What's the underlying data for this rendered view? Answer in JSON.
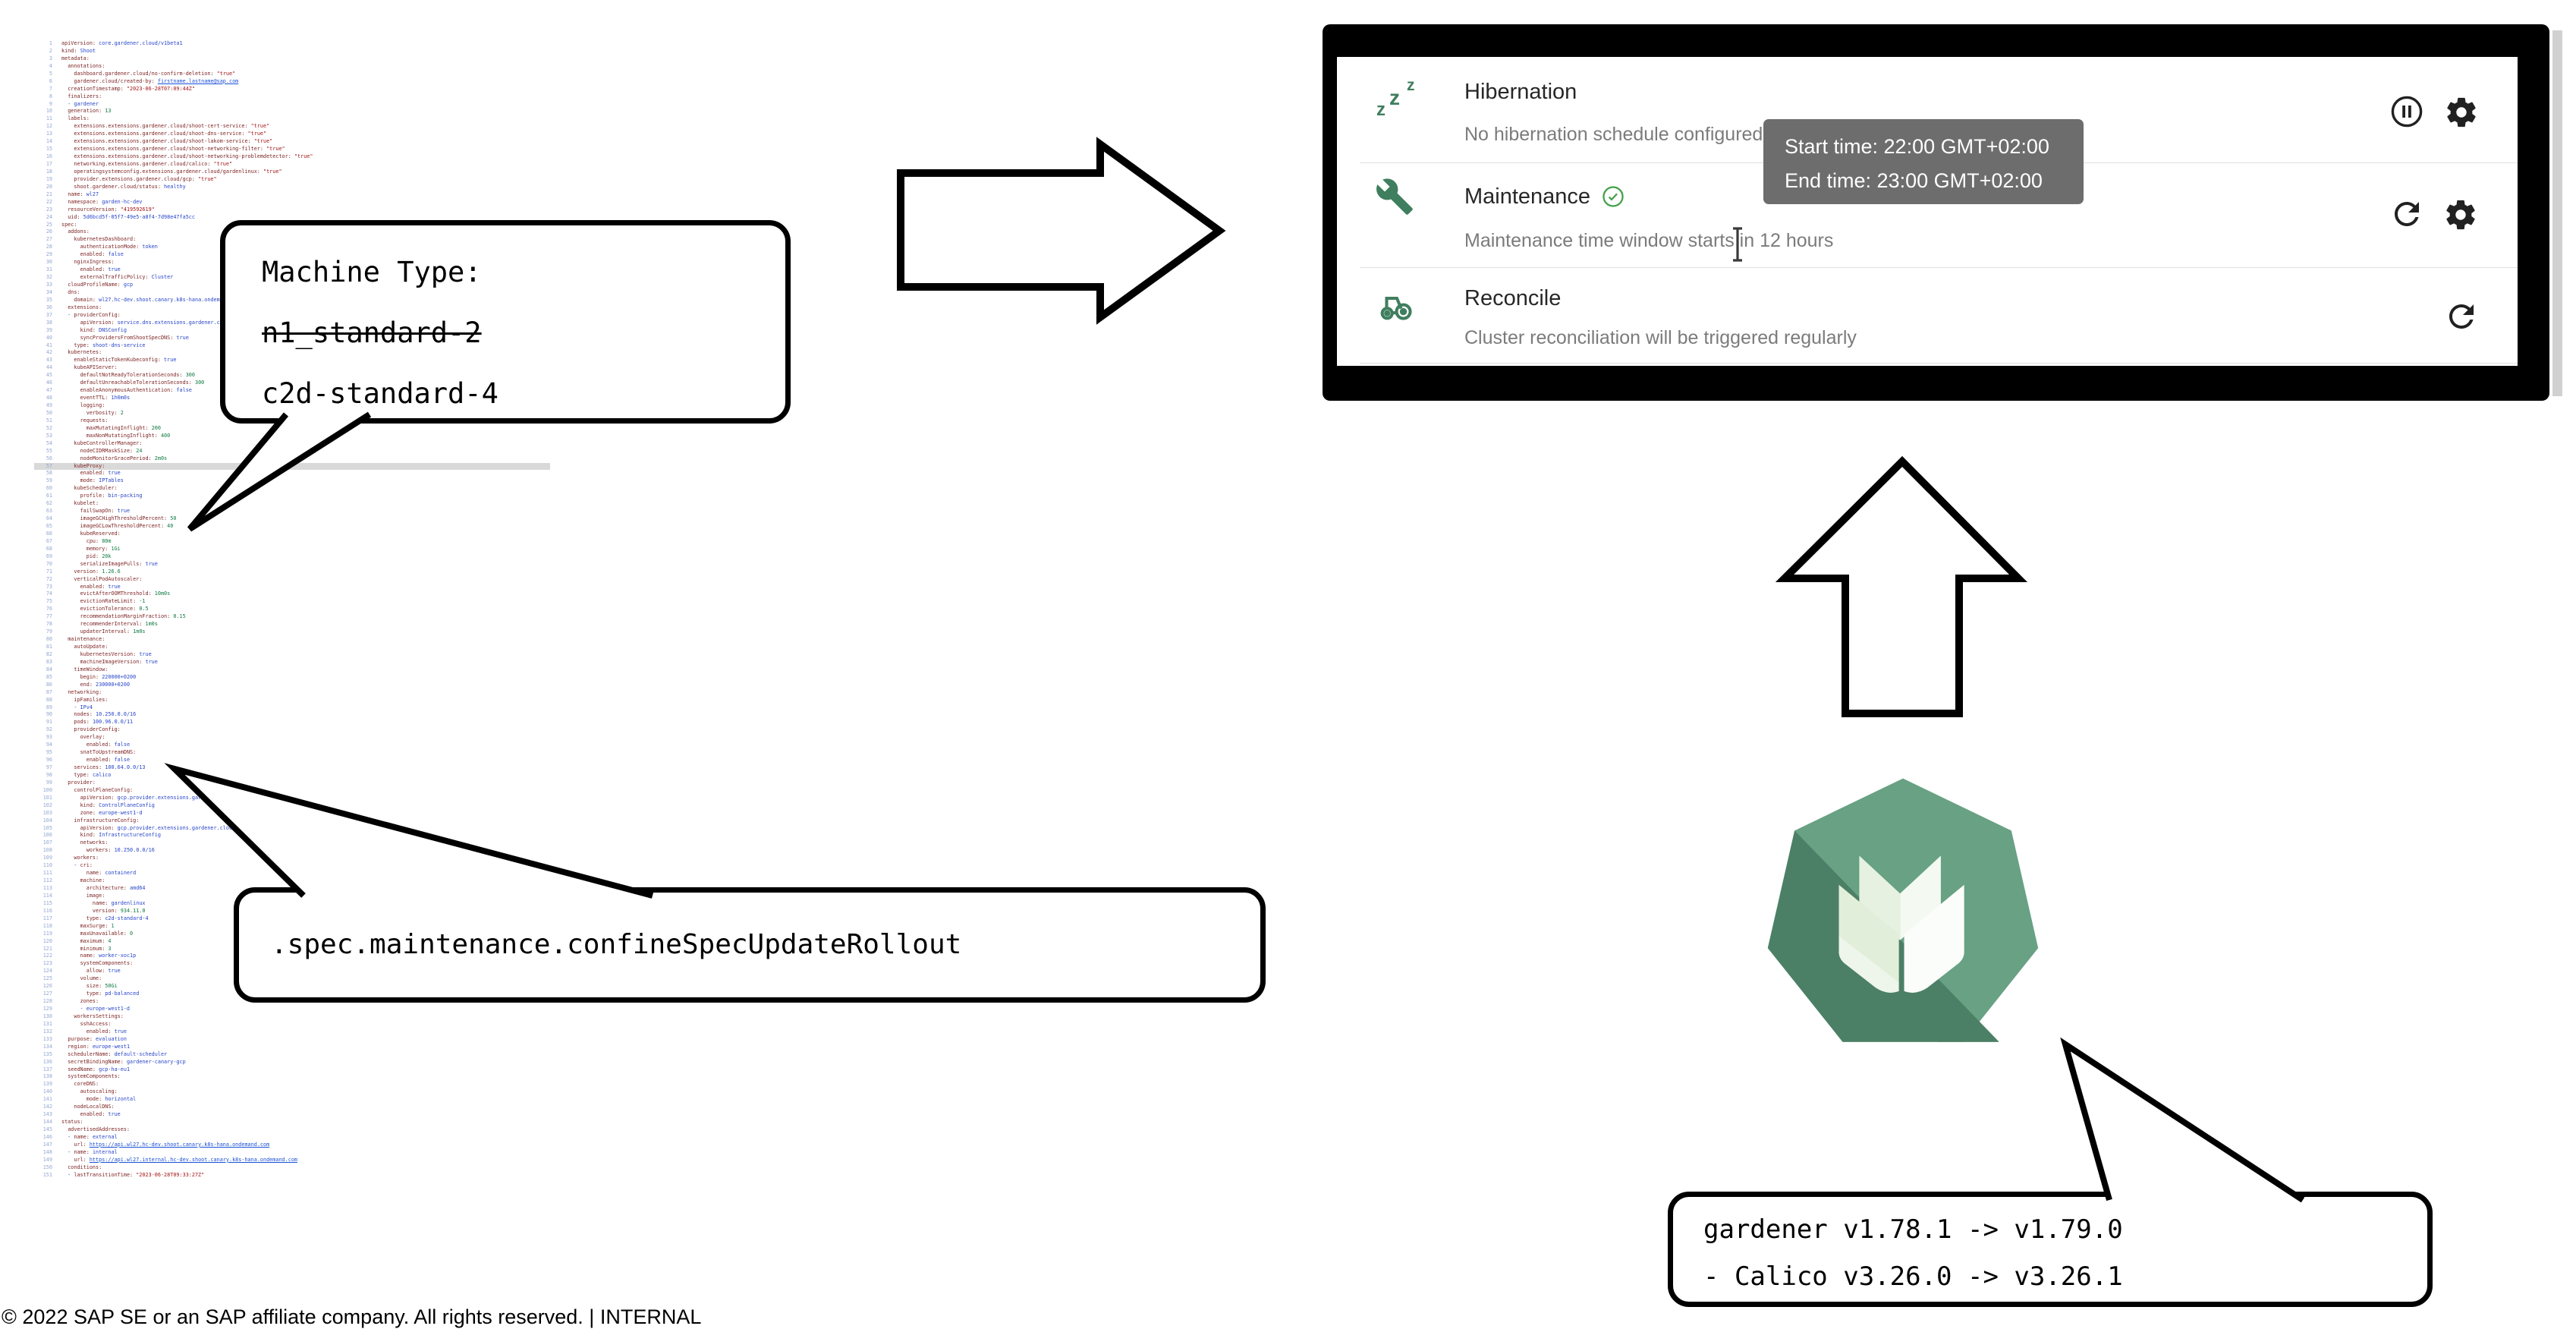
{
  "colors": {
    "accent_green": "#3f7e5e",
    "check_green": "#43a047",
    "tooltip_bg": "#676767",
    "code_key": "#7b1f1f",
    "code_string": "#a31515",
    "code_number": "#0f7a42",
    "code_value": "#2745c9",
    "logo_green": "#68a184",
    "logo_shadow": "#4c8066"
  },
  "footer": {
    "text": "© 2022 SAP SE or an SAP affiliate company. All rights reserved.   |   INTERNAL"
  },
  "callouts": {
    "machine_type": {
      "title": "Machine Type:",
      "old_value": "n1_standard-2",
      "new_value": "c2d-standard-4"
    },
    "spec_path": {
      "text": ".spec.maintenance.confineSpecUpdateRollout"
    },
    "versions": {
      "line1": "gardener v1.78.1 -> v1.79.0",
      "line2": " - Calico v3.26.0 -> v3.26.1"
    }
  },
  "panel": {
    "tooltip": {
      "line1": "Start time: 22:00 GMT+02:00",
      "line2": "End time: 23:00 GMT+02:00"
    },
    "rows": [
      {
        "title": "Hibernation",
        "subtitle": "No hibernation schedule configured",
        "icon": "zzz-icon",
        "actions": [
          "pause",
          "settings"
        ]
      },
      {
        "title": "Maintenance",
        "subtitle": "Maintenance time window starts in 12 hours",
        "icon": "wrench-icon",
        "status": "ok",
        "actions": [
          "refresh",
          "settings"
        ]
      },
      {
        "title": "Reconcile",
        "subtitle": "Cluster reconciliation will be triggered regularly",
        "icon": "tractor-icon",
        "actions": [
          "refresh"
        ]
      }
    ]
  },
  "code": {
    "highlight_line": 57,
    "lines": [
      "apiVersion: core.gardener.cloud/v1beta1",
      "kind: Shoot",
      "metadata:",
      "  annotations:",
      "    dashboard.gardener.cloud/no-confirm-deletion: \"true\"",
      "    gardener.cloud/created-by: firstname.lastname@sap.com",
      "  creationTimestamp: \"2023-06-28T07:09:44Z\"",
      "  finalizers:",
      "  - gardener",
      "  generation: 13",
      "  labels:",
      "    extensions.extensions.gardener.cloud/shoot-cert-service: \"true\"",
      "    extensions.extensions.gardener.cloud/shoot-dns-service: \"true\"",
      "    extensions.extensions.gardener.cloud/shoot-lakom-service: \"true\"",
      "    extensions.extensions.gardener.cloud/shoot-networking-filter: \"true\"",
      "    extensions.extensions.gardener.cloud/shoot-networking-problemdetector: \"true\"",
      "    networking.extensions.gardener.cloud/calico: \"true\"",
      "    operatingsystemconfig.extensions.gardener.cloud/gardenlinux: \"true\"",
      "    provider.extensions.gardener.cloud/gcp: \"true\"",
      "    shoot.gardener.cloud/status: healthy",
      "  name: wl27",
      "  namespace: garden-hc-dev",
      "  resourceVersion: \"419592619\"",
      "  uid: 5d6bcd5f-05f7-49e5-a8f4-7d98e47fa5cc",
      "spec:",
      "  addons:",
      "    kubernetesDashboard:",
      "      authenticationMode: token",
      "      enabled: false",
      "    nginxIngress:",
      "      enabled: true",
      "      externalTrafficPolicy: Cluster",
      "  cloudProfileName: gcp",
      "  dns:",
      "    domain: wl27.hc-dev.shoot.canary.k8s-hana.ondemand.com",
      "  extensions:",
      "  - providerConfig:",
      "      apiVersion: service.dns.extensions.gardener.cloud/v1alpha1",
      "      kind: DNSConfig",
      "      syncProvidersFromShootSpecDNS: true",
      "    type: shoot-dns-service",
      "  kubernetes:",
      "    enableStaticTokenKubeconfig: true",
      "    kubeAPIServer:",
      "      defaultNotReadyTolerationSeconds: 300",
      "      defaultUnreachableTolerationSeconds: 300",
      "      enableAnonymousAuthentication: false",
      "      eventTTL: 1h0m0s",
      "      logging:",
      "        verbosity: 2",
      "      requests:",
      "        maxMutatingInflight: 200",
      "        maxNonMutatingInflight: 400",
      "    kubeControllerManager:",
      "      nodeCIDRMaskSize: 24",
      "      nodeMonitorGracePeriod: 2m0s",
      "    kubeProxy:",
      "      enabled: true",
      "      mode: IPTables",
      "    kubeScheduler:",
      "      profile: bin-packing",
      "    kubelet:",
      "      failSwapOn: true",
      "      imageGCHighThresholdPercent: 50",
      "      imageGCLowThresholdPercent: 40",
      "      kubeReserved:",
      "        cpu: 80m",
      "        memory: 1Gi",
      "        pid: 20k",
      "      serializeImagePulls: true",
      "    version: 1.26.6",
      "    verticalPodAutoscaler:",
      "      enabled: true",
      "      evictAfterOOMThreshold: 10m0s",
      "      evictionRateLimit: -1",
      "      evictionTolerance: 0.5",
      "      recommendationMarginFraction: 0.15",
      "      recommenderInterval: 1m0s",
      "      updaterInterval: 1m0s",
      "  maintenance:",
      "    autoUpdate:",
      "      kubernetesVersion: true",
      "      machineImageVersion: true",
      "    timeWindow:",
      "      begin: 220000+0200",
      "      end: 230000+0200",
      "  networking:",
      "    ipFamilies:",
      "    - IPv4",
      "    nodes: 10.250.0.0/16",
      "    pods: 100.96.0.0/11",
      "    providerConfig:",
      "      overlay:",
      "        enabled: false",
      "      snatToUpstreamDNS:",
      "        enabled: false",
      "    services: 100.64.0.0/13",
      "    type: calico",
      "  provider:",
      "    controlPlaneConfig:",
      "      apiVersion: gcp.provider.extensions.gardener.cloud/v1alpha1",
      "      kind: ControlPlaneConfig",
      "      zone: europe-west1-d",
      "    infrastructureConfig:",
      "      apiVersion: gcp.provider.extensions.gardener.cloud/v1alpha1",
      "      kind: InfrastructureConfig",
      "      networks:",
      "        workers: 10.250.0.0/16",
      "    workers:",
      "    - cri:",
      "        name: containerd",
      "      machine:",
      "        architecture: amd64",
      "        image:",
      "          name: gardenlinux",
      "          version: 934.11.0",
      "        type: c2d-standard-4",
      "      maxSurge: 1",
      "      maxUnavailable: 0",
      "      maximum: 4",
      "      minimum: 3",
      "      name: worker-xoc1p",
      "      systemComponents:",
      "        allow: true",
      "      volume:",
      "        size: 50Gi",
      "        type: pd-balanced",
      "      zones:",
      "      - europe-west1-d",
      "    workersSettings:",
      "      sshAccess:",
      "        enabled: true",
      "  purpose: evaluation",
      "  region: europe-west1",
      "  schedulerName: default-scheduler",
      "  secretBindingName: gardener-canary-gcp",
      "  seedName: gcp-ha-eu1",
      "  systemComponents:",
      "    coreDNS:",
      "      autoscaling:",
      "        mode: horizontal",
      "    nodeLocalDNS:",
      "      enabled: true",
      "status:",
      "  advertisedAddresses:",
      "  - name: external",
      "    url: https://api.wl27.hc-dev.shoot.canary.k8s-hana.ondemand.com",
      "  - name: internal",
      "    url: https://api.wl27.internal.hc-dev.shoot.canary.k8s-hana.ondemand.com",
      "  conditions:",
      "  - lastTransitionTime: \"2023-06-28T09:33:27Z\""
    ]
  }
}
